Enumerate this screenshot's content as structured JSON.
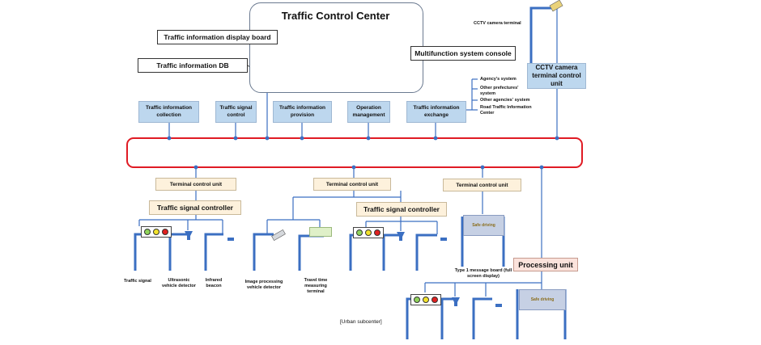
{
  "center": {
    "title": "Traffic Control Center",
    "display_board": "Traffic information display board",
    "db": "Traffic information DB",
    "console": "Multifunction system console"
  },
  "cctv": {
    "terminal": "CCTV camera terminal",
    "unit": "CCTV camera terminal control unit"
  },
  "functions": [
    "Traffic information collection",
    "Traffic signal control",
    "Traffic information provision",
    "Operation management",
    "Traffic information exchange"
  ],
  "external": [
    "Agency's system",
    "Other prefectures' system",
    "Other agencies' system",
    "Road Traffic Information Center"
  ],
  "terminal_control_unit": "Terminal control unit",
  "traffic_signal_controller": "Traffic signal controller",
  "processing_unit": "Processing unit",
  "devices": {
    "traffic_signal": "Traffic signal",
    "ultrasonic": "Ultrasonic vehicle detector",
    "infrared": "Infrared beacon",
    "image": "Image processing vehicle detector",
    "travel_time": "Travel time measuring terminal",
    "message_board": "Type 1 message board (full screen display)"
  },
  "board_text": "Safe driving",
  "urban_subcenter": "[Urban subcenter]",
  "colors": {
    "network_ring": "#e01b24",
    "line_blue": "#3b6fc2",
    "box_blue": "#bdd7ee",
    "box_tan": "#fdf1dc",
    "box_pink": "#fbe3dc"
  }
}
